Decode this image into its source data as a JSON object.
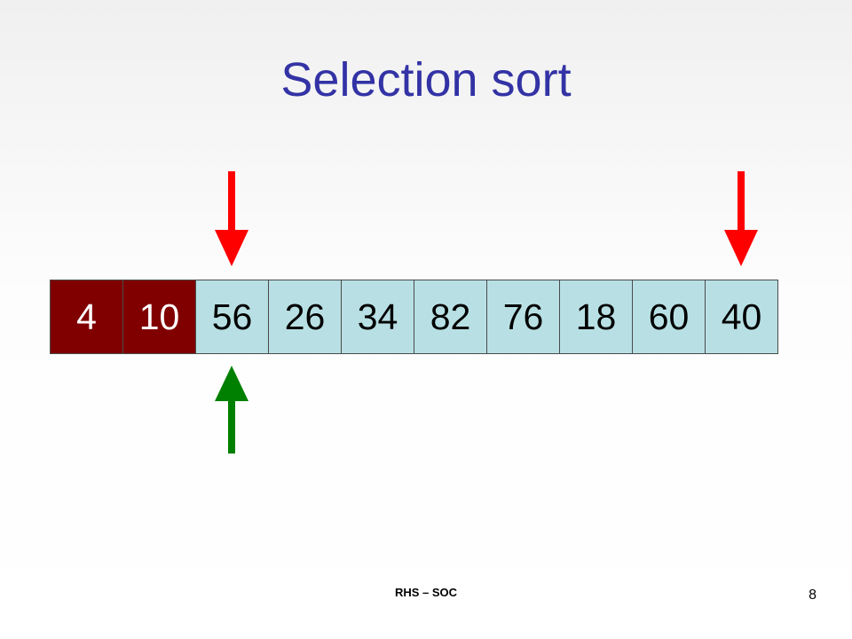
{
  "slide": {
    "title": "Selection sort",
    "footer": "RHS – SOC",
    "page_number": "8"
  },
  "array": {
    "cells": [
      {
        "value": "4",
        "state": "sorted"
      },
      {
        "value": "10",
        "state": "sorted"
      },
      {
        "value": "56",
        "state": "unsorted"
      },
      {
        "value": "26",
        "state": "unsorted"
      },
      {
        "value": "34",
        "state": "unsorted"
      },
      {
        "value": "82",
        "state": "unsorted"
      },
      {
        "value": "76",
        "state": "unsorted"
      },
      {
        "value": "18",
        "state": "unsorted"
      },
      {
        "value": "60",
        "state": "unsorted"
      },
      {
        "value": "40",
        "state": "unsorted"
      }
    ]
  },
  "colors": {
    "title": "#3333a6",
    "sorted_cell": "#800000",
    "unsorted_cell": "#b8e0e4",
    "sorted_text": "#ffffff",
    "unsorted_text": "#000000",
    "red_arrow": "#ff0000",
    "green_arrow": "#008000"
  },
  "arrows": [
    {
      "name": "scan-start-arrow",
      "color": "red",
      "direction": "down",
      "cell_index": 2
    },
    {
      "name": "scan-current-arrow",
      "color": "red",
      "direction": "down",
      "cell_index": 9
    },
    {
      "name": "current-min-arrow",
      "color": "green",
      "direction": "up",
      "cell_index": 2
    }
  ]
}
